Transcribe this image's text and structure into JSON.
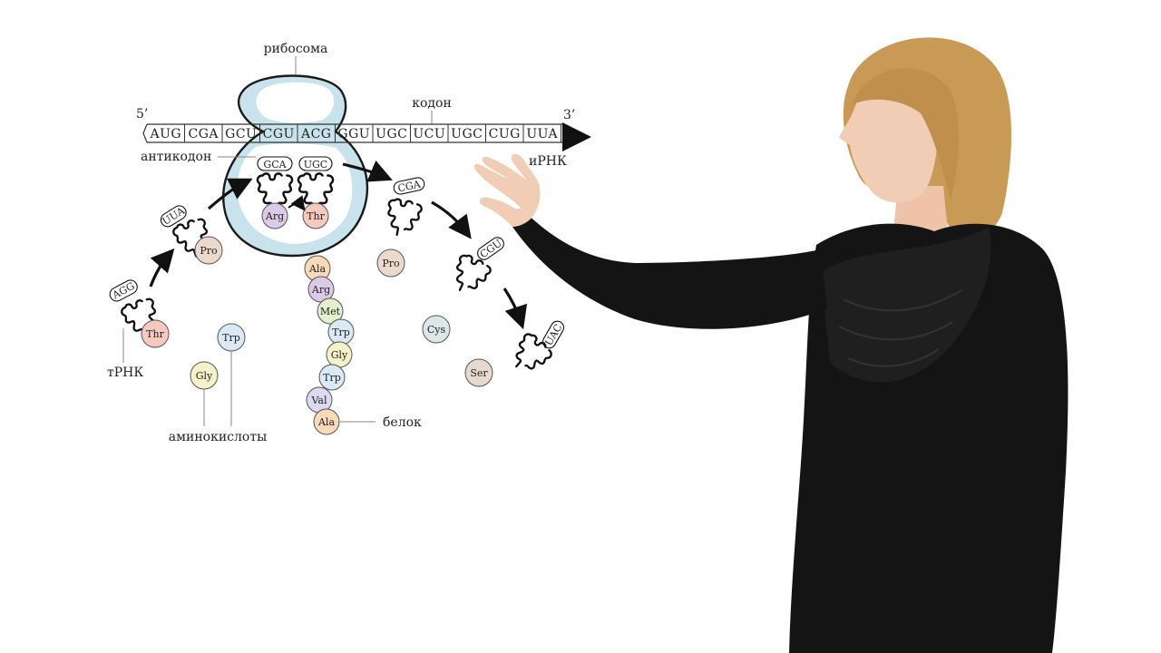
{
  "labels": {
    "ribosome": "рибосома",
    "codon": "кодон",
    "anticodon": "антикодон",
    "mrna": "иРНК",
    "trna": "тРНК",
    "amino_acids": "аминокислоты",
    "protein": "белок",
    "five_prime": "5’",
    "three_prime": "3’"
  },
  "mrna_codons": [
    "AUG",
    "CGA",
    "GCU",
    "CGU",
    "ACG",
    "GGU",
    "UGC",
    "UCU",
    "UGC",
    "CUG",
    "UUA"
  ],
  "trna_anticodons": {
    "left_bottom": "AGG",
    "left_mid": "UUA",
    "site_a": "GCA",
    "site_b": "UGC",
    "exit_1": "CGA",
    "exit_2": "CGU",
    "exit_3": "UAC"
  },
  "trna_amino": {
    "left_bottom": "Thr",
    "left_mid": "Pro",
    "site_a": "Arg",
    "site_b": "Thr"
  },
  "free_amino_acids": [
    "Trp",
    "Gly",
    "Pro",
    "Cys",
    "Ser"
  ],
  "protein_chain": [
    "Ala",
    "Arg",
    "Met",
    "Trp",
    "Gly",
    "Trp",
    "Val",
    "Ala"
  ],
  "colors": {
    "ribosome_fill": "#c8e3ec",
    "ribosome_stroke": "#1a1a1a",
    "Thr": "#f6c9bf",
    "Pro": "#ead9cc",
    "Arg": "#dccbe6",
    "Ala": "#f8d9b8",
    "Met": "#e4efcf",
    "Trp": "#dbe9f5",
    "Gly": "#f6f2c7",
    "Val": "#dcd8ef",
    "Cys": "#dde7e8",
    "Ser": "#e6d9cf",
    "presenter_sweater": "#141414",
    "presenter_hair": "#c99a55",
    "presenter_skin": "#f1cdb6"
  }
}
